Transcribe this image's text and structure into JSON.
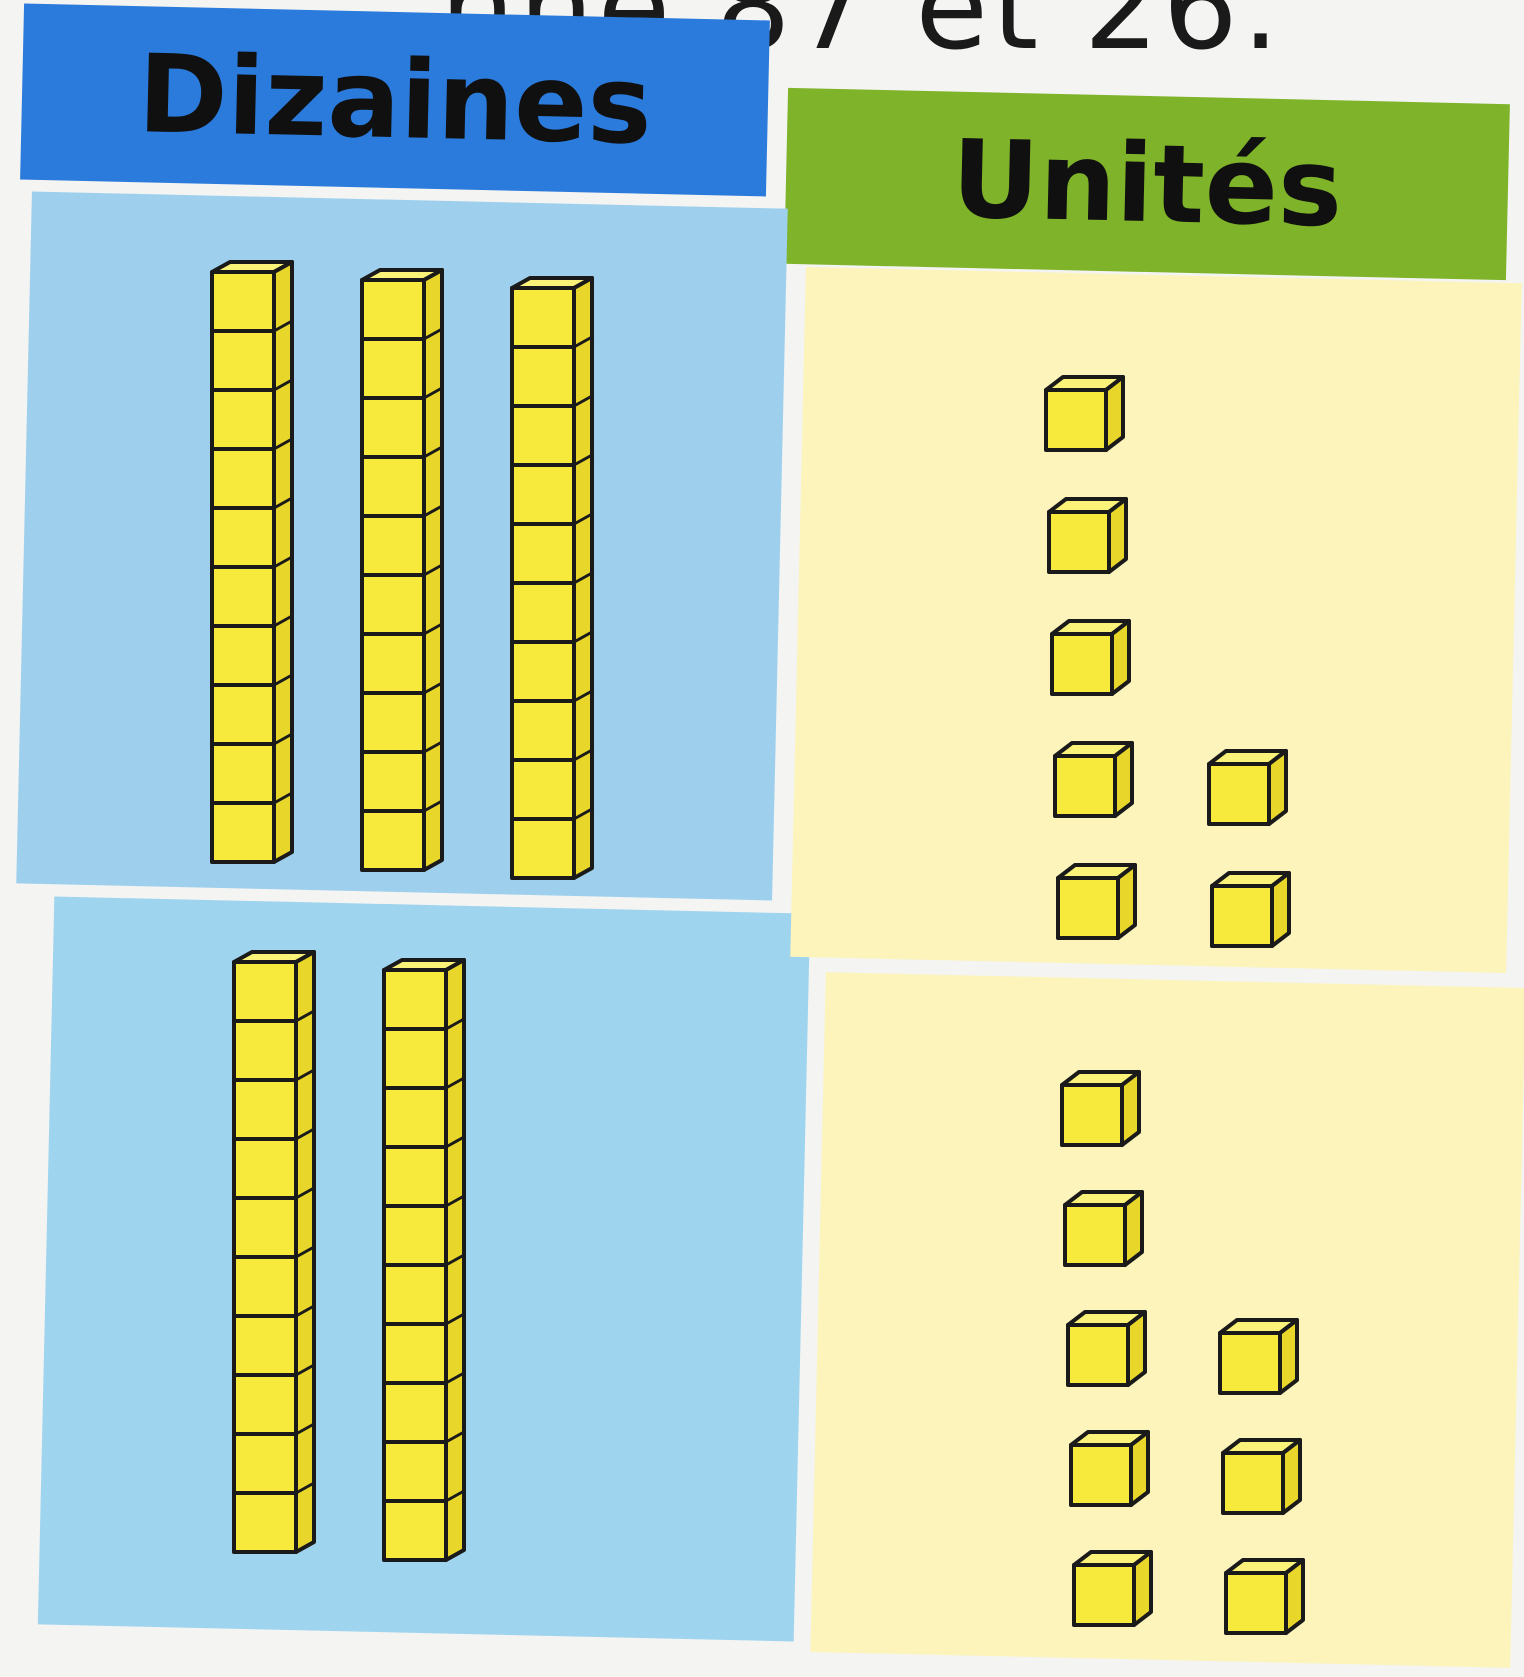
{
  "caption": "nne 87 et 26.",
  "columns": {
    "tens": "Dizaines",
    "units": "Unités"
  },
  "rows": [
    {
      "tens_rods": 3,
      "unit_cubes": 7
    },
    {
      "tens_rods": 2,
      "unit_cubes": 8
    }
  ],
  "colors": {
    "tens_header": "#2b7bdc",
    "units_header": "#7fb32a",
    "tens_background": "#9ed0ee",
    "units_background": "#fcf4bb",
    "block_fill": "#f7ea3c",
    "block_outline": "#1a1a1a"
  }
}
